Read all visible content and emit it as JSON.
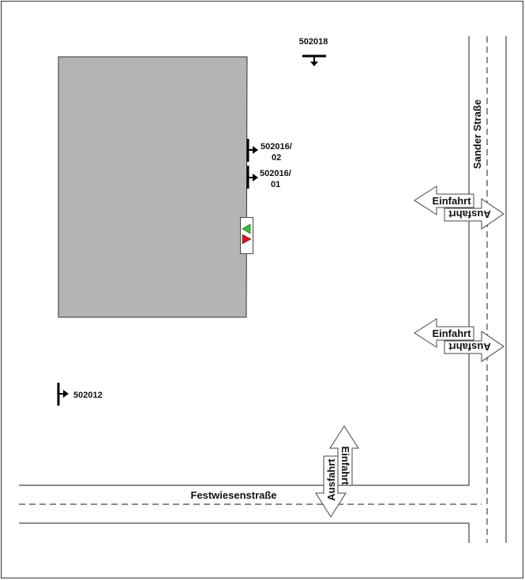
{
  "streets": {
    "vertical": "Sander Straße",
    "horizontal": "Festwiesenstraße"
  },
  "markers": [
    {
      "id": "502018",
      "lines": [
        "502018"
      ]
    },
    {
      "id": "502016/02",
      "lines": [
        "502016/",
        "02"
      ]
    },
    {
      "id": "502016/01",
      "lines": [
        "502016/",
        "01"
      ]
    },
    {
      "id": "502012",
      "lines": [
        "502012"
      ]
    }
  ],
  "access": {
    "entry": "Einfahrt",
    "exit": "Ausfahrt"
  },
  "colors": {
    "building": "#b4b4b4",
    "signal_green": "#22cc22",
    "signal_red": "#dd1111"
  }
}
